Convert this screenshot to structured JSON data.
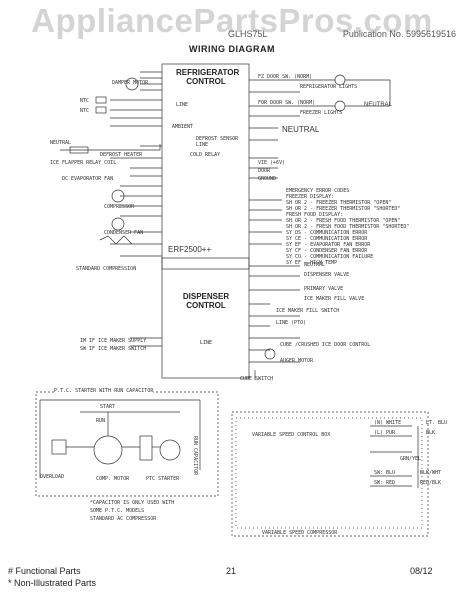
{
  "watermark": "AppliancePartsPros.com",
  "header": {
    "model": "GLHS75L",
    "doc": "Publication No. 5995619516"
  },
  "title": "WIRING DIAGRAM",
  "controls": {
    "refrigerator": [
      "REFRIGERATOR",
      "CONTROL"
    ],
    "dispenser": [
      "DISPENSER",
      "CONTROL"
    ],
    "model_label": "ERF2500++"
  },
  "labels": {
    "damper_motor": "DAMPER MOTOR",
    "ntc_fz_top": "NTC",
    "ntc_fz": "NTC",
    "neutral_left": "NEUTRAL",
    "defrost_heater": "DEFROST HEATER",
    "ice_flapper": "ICE FLAPPER RELAY COIL",
    "dc_evap_fan": "DC EVAPORATOR FAN",
    "compressor": "COMPRESSOR",
    "condenser_fan": "CONDENSER FAN",
    "standard_compression": "STANDARD COMPRESSION",
    "line_main": "LINE",
    "neutral_main": "NEUTRAL",
    "line2": "LINE",
    "neutral_right": "NEUTRAL",
    "ambient": "AMBIENT",
    "defrost_sensor": "DEFROST SENSOR",
    "cold_relay": "COLD RELAY",
    "fz_door_sw": "FZ DOOR SW. (NORM)",
    "refrig_lights": "REFRIGERATOR LIGHTS",
    "ff_door_sw": "FOR DOOR SW. (NORM)",
    "freezer_lights": "FREEZER LIGHTS",
    "dispenser_valve": "DISPENSER VALVE",
    "primary_valve": "PRIMARY VALVE",
    "ice_maker_fill": "ICE MAKER FILL VALVE",
    "ice_maker_fill_switch": "ICE MAKER FILL SWITCH",
    "line_pto": "LINE (PTO)",
    "dispenser_neutral": "NEUTRAL",
    "cube_crushed": "CUBE /CRUSHED ICE DOOR CONTROL",
    "auger_motor": "AUGER MOTOR",
    "cube_switch": "CUBE SWITCH",
    "dispenser_line": "LINE",
    "vie_label": "VIE (+6V)",
    "door": "DOOR",
    "ground": "GROUND",
    "ice_maker_supply": "IM IF ICE MAKER SUPPLY",
    "ice_maker_switch": "SW IF ICE MAKER SWITCH"
  },
  "diag_info": [
    "EMERGENCY ERROR CODES",
    "FREEZER DISPLAY:",
    "SH OR 2 - FREEZER THERMISTOR \"OPEN\"",
    "SH OR 2 - FREEZER THERMISTOR \"SHORTED\"",
    "FRESH FOOD DISPLAY:",
    "SH OR 2 - FRESH FOOD THERMISTOR \"OPEN\"",
    "SH OR 2 - FRESH FOOD THERMISTOR \"SHORTED\"",
    "SY OS - COMMUNICATION ERROR",
    "SY CE - COMMUNICATION ERROR",
    "SY EF - EVAPORATOR FAN ERROR",
    "SY CF - CONDENSER FAN ERROR",
    "SY CO - COMMUNICATION FAILURE",
    "SY EF - HIGH TEMP"
  ],
  "ptc": {
    "title": "P.T.C. STARTER WITH RUN CAPACITOR",
    "start": "START",
    "run": "RUN",
    "overload": "OVERLOAD",
    "comp_motor": "COMP. MOTOR",
    "ptc_starter": "PTC STARTER",
    "run_cap": "RUN CAPACITOR",
    "note1": "*CAPACITOR IS ONLY USED WITH",
    "note2": "SOME P.T.C. MODELS",
    "note3": "STANDARD AC COMPRESSOR"
  },
  "vsc": {
    "title": "VARIABLE SPEED CONTROL BOX",
    "vsc_compressor": "VARIABLE SPEED COMPRESSOR",
    "wire1_left": "(N) WHITE",
    "wire1_right": "LT. BLU",
    "wire2_left": "(L) PUR",
    "wire2_right": "BLK",
    "wire3": "GRN/YEL",
    "wire4_left": "SW: BLU",
    "wire4_right": "BLK/WHT",
    "wire5_left": "SW: RED",
    "wire5_right": "RED/BLK"
  },
  "footer": {
    "legend1": "# Functional Parts",
    "legend2": "* Non-Illustrated Parts",
    "page": "21",
    "date": "08/12"
  },
  "colors": {
    "line": "#333333",
    "watermark": "#d4d4d4"
  }
}
